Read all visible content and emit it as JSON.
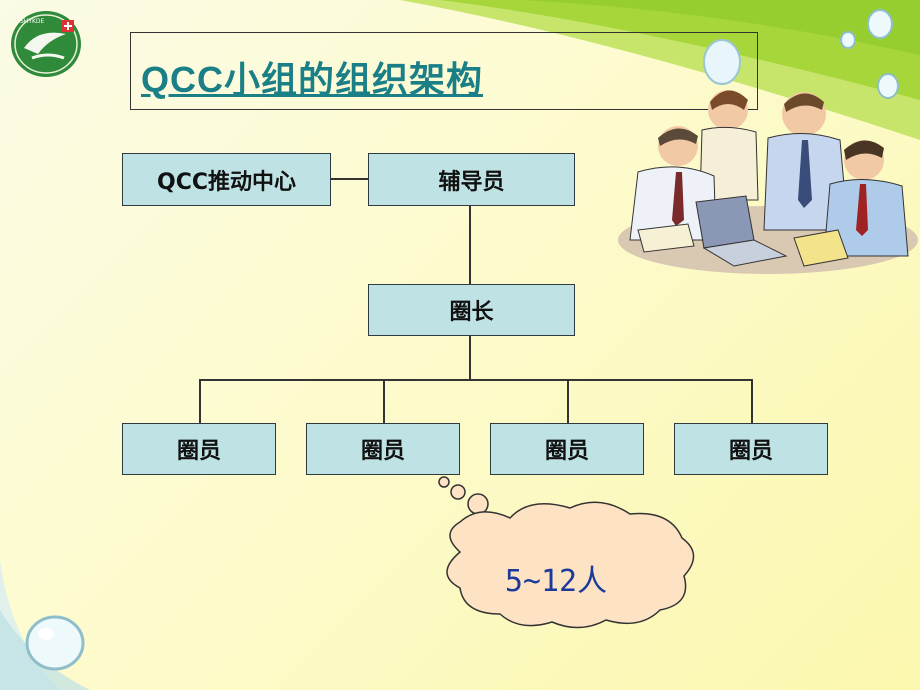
{
  "title": "QCC小组的组织架构",
  "nodes": {
    "center": "QCC推动中心",
    "advisor": "辅导员",
    "leader": "圈长",
    "members": [
      "圈员",
      "圈员",
      "圈员",
      "圈员"
    ]
  },
  "callout": "5~12人",
  "logo_text": "SHYKDE",
  "colors": {
    "title": "#1a7f86",
    "node_fill": "#bfe3e4",
    "cloud_fill": "#fde3c4",
    "cloud_text": "#1b3a9a",
    "accent_green": "#a8d83c"
  }
}
